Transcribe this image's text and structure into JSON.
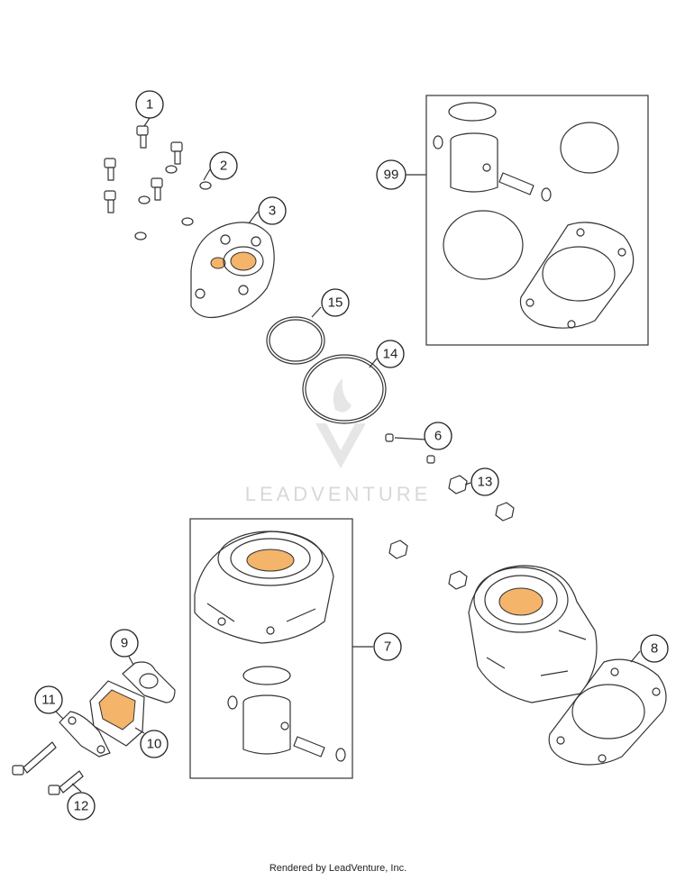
{
  "diagram": {
    "callouts": [
      {
        "label": "1"
      },
      {
        "label": "2"
      },
      {
        "label": "3"
      },
      {
        "label": "15"
      },
      {
        "label": "14"
      },
      {
        "label": "6"
      },
      {
        "label": "13"
      },
      {
        "label": "7"
      },
      {
        "label": "8"
      },
      {
        "label": "9"
      },
      {
        "label": "10"
      },
      {
        "label": "11"
      },
      {
        "label": "12"
      },
      {
        "label": "99"
      }
    ],
    "watermark": "LEADVENTURE",
    "footer": "Rendered by LeadVenture, Inc.",
    "colors": {
      "accent": "#f4b46a",
      "line": "#333333"
    }
  }
}
